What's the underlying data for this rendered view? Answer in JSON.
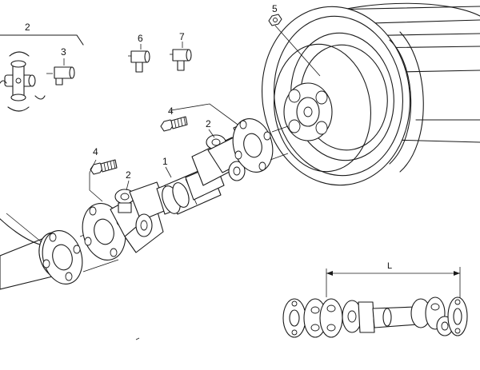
{
  "callouts": {
    "top_left": "2",
    "cross_kit": "3",
    "grease_nipple_a": "6",
    "grease_nipple_b": "7",
    "bolt_upper": "4",
    "yoke_upper": "2",
    "shaft": "1",
    "bolt_lower": "4",
    "yoke_lower": "2",
    "nut_top": "5"
  },
  "dimension": {
    "length_label": "L"
  }
}
